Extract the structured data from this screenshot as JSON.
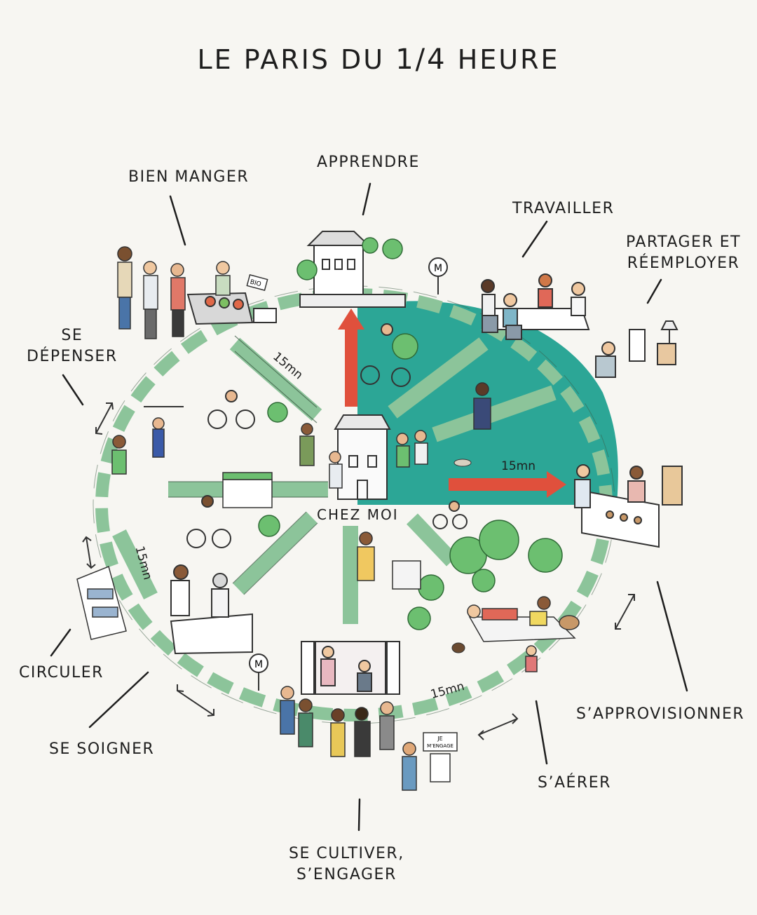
{
  "title": {
    "prefix": "LE PARIS DU",
    "fraction": "1/4",
    "suffix": "HEURE"
  },
  "center": {
    "label": "CHEZ MOI"
  },
  "durations": [
    "15mn",
    "15mn",
    "15mn",
    "15mn"
  ],
  "activities": {
    "apprendre": "APPRENDRE",
    "bien_manger": "BIEN MANGER",
    "travailler": "TRAVAILLER",
    "partager_l1": "PARTAGER ET",
    "partager_l2": "RÉEMPLOYER",
    "se_depenser_l1": "SE",
    "se_depenser_l2": "DÉPENSER",
    "circuler": "CIRCULER",
    "se_soigner": "SE SOIGNER",
    "se_cultiver_l1": "SE CULTIVER,",
    "se_cultiver_l2": "S’ENGAGER",
    "saerer": "S’AÉRER",
    "sapprovisionner": "S’APPROVISIONNER"
  },
  "signs": {
    "bio": "BIO",
    "metro": "M",
    "vote_l1": "JE",
    "vote_l2": "M’ENGAGE"
  },
  "colors": {
    "quadrant": "#1a9e8e",
    "path": "#8cc49a",
    "arrow": "#e0503c"
  }
}
